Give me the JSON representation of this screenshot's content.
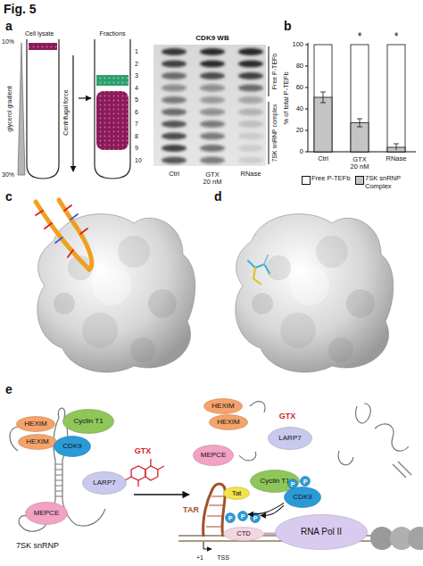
{
  "diagram": {
    "title": "Fig. 5",
    "nodes": [
      {
        "text": [
          "HEXIM"
        ]
      },
      {
        "text": [
          "HEXIM"
        ]
      },
      {
        "text": [
          "Cyclin T1"
        ]
      },
      {
        "text": [
          "CDK9"
        ]
      },
      {
        "text": [
          "LARP7"
        ]
      },
      {
        "text": [
          "MEPCE"
        ]
      },
      {
        "text": [
          "HEXIM"
        ]
      },
      {
        "text": [
          "HEXIM"
        ]
      },
      {
        "text": [
          "LARP7"
        ]
      },
      {
        "text": [
          "MEPCE"
        ]
      },
      {
        "text": [
          "Cyclin T1"
        ]
      },
      {
        "text": [
          "CDK9"
        ]
      },
      {
        "text": [
          "P"
        ]
      },
      {
        "text": [
          "P"
        ]
      },
      {
        "text": [
          "Tat"
        ]
      },
      {
        "text": [
          "CTD"
        ]
      },
      {
        "text": [
          "P"
        ]
      },
      {
        "text": [
          "P"
        ]
      },
      {
        "text": [
          "P"
        ]
      },
      {
        "text": [
          "RNA Pol II"
        ]
      }
    ],
    "edges": [
      {
        "from": 11,
        "to": 17,
        "arrow": "to"
      },
      {
        "from": 11,
        "to": 18,
        "arrow": "to"
      }
    ],
    "labels": [
      "a",
      "b",
      "Cell lysate",
      "10%",
      "30%",
      "glycerol gradient",
      "Centrifugal force",
      "Fractions",
      "1",
      "2",
      "3",
      "4",
      "5",
      "6",
      "7",
      "8",
      "9",
      "10",
      "CDK9 WB",
      "Ctrl",
      "GTX 20 nM",
      "RNase",
      "Free P-TEFb",
      "7SK snRNP complex",
      "% of total P-TEFb",
      "0",
      "20",
      "40",
      "60",
      "80",
      "100",
      "*",
      "*",
      "Ctrl",
      "GTX 20 nM",
      "RNase",
      "c",
      "d",
      "e",
      "7SK snRNP",
      "GTX",
      "GTX",
      "TAR",
      "+1",
      "TSS"
    ],
    "legend": [
      {
        "text": "Free P-TEFb",
        "color": "#ffffff"
      },
      {
        "text": "7SK snRNP Complex",
        "color": "#c4c4c4"
      }
    ]
  }
}
